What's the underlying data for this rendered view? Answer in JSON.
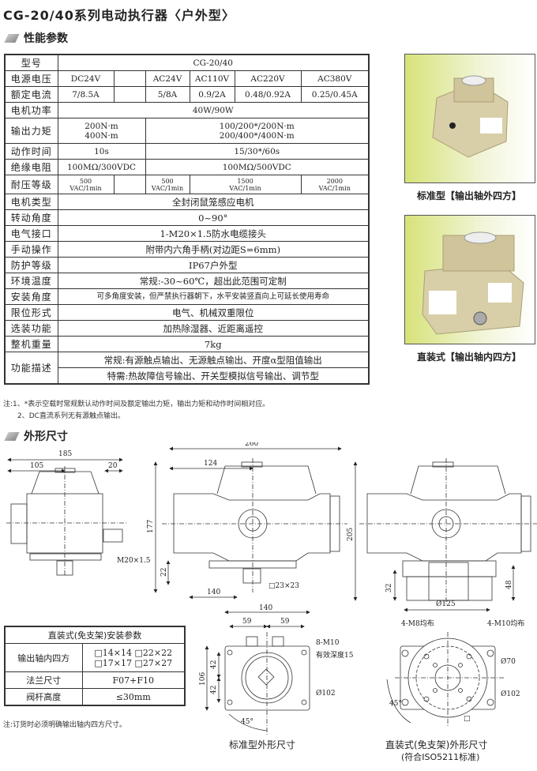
{
  "title": "CG-20/40系列电动执行器〈户外型〉",
  "sections": {
    "performance": "性能参数",
    "dimensions": "外形尺寸"
  },
  "spec": {
    "model_label": "型号",
    "model": "CG-20/40",
    "voltage_label": "电源电压",
    "voltages": [
      "DC24V",
      "",
      "AC24V",
      "AC110V",
      "AC220V",
      "AC380V"
    ],
    "current_label": "额定电流",
    "currents": [
      "7/8.5A",
      "",
      "5/8A",
      "0.9/2A",
      "0.48/0.92A",
      "0.25/0.45A"
    ],
    "power_label": "电机功率",
    "power": "40W/90W",
    "torque_label": "输出力矩",
    "torque_dc": [
      "200N·m",
      "400N·m"
    ],
    "torque_ac": [
      "100/200*/200N·m",
      "200/400*/400N·m"
    ],
    "time_label": "动作时间",
    "time_dc": "10s",
    "time_ac": "15/30*/60s",
    "insulation_label": "绝缘电阻",
    "insulation_dc": "100MΩ/300VDC",
    "insulation_ac": "100MΩ/500VDC",
    "withstand_label": "耐压等级",
    "withstand": [
      [
        "500",
        "VAC/1min"
      ],
      [
        "500",
        "VAC/1min"
      ],
      [
        "1500",
        "VAC/1min"
      ],
      [
        "2000",
        "VAC/1min"
      ]
    ],
    "rows": [
      {
        "label": "电机类型",
        "value": "全封闭鼠笼感应电机"
      },
      {
        "label": "转动角度",
        "value": "0~90°"
      },
      {
        "label": "电气接口",
        "value": "1-M20×1.5防水电缆接头"
      },
      {
        "label": "手动操作",
        "value": "附带内六角手柄(对边距S=6mm)"
      },
      {
        "label": "防护等级",
        "value": "IP67户外型"
      },
      {
        "label": "环境温度",
        "value": "常规:-30~60℃，超出此范围可定制"
      },
      {
        "label": "安装角度",
        "value": "可多角度安装，但严禁执行器朝下，水平安装竖直向上可延长使用寿命"
      },
      {
        "label": "限位形式",
        "value": "电气、机械双重限位"
      },
      {
        "label": "选装功能",
        "value": "加热除湿器、近距离遥控"
      },
      {
        "label": "整机重量",
        "value": "7kg"
      }
    ],
    "function_label": "功能描述",
    "function_std": "常规:有源触点输出、无源触点输出、开度α型阻值输出",
    "function_special": "特需:热故障信号输出、开关型模拟信号输出、调节型"
  },
  "notes": [
    "注:1、*表示空载时常规默认动作时间及额定输出力矩，输出力矩和动作时间相对应。",
    "2、DC直流系列无有源触点输出。"
  ],
  "photos": [
    {
      "caption": "标准型【输出轴外四方】"
    },
    {
      "caption": "直装式【输出轴内四方】"
    }
  ],
  "mount": {
    "title": "直装式(免支架)安装参数",
    "shaft_label": "输出轴内四方",
    "shaft": [
      "□14×14 □22×22",
      "□17×17 □27×27"
    ],
    "flange_label": "法兰尺寸",
    "flange": "F07+F10",
    "stem_label": "阀杆高度",
    "stem": "≤30mm",
    "note": "注:订货时必须明确输出轴内四方尺寸。"
  },
  "drawings": {
    "side": {
      "d185": "185",
      "d105": "105",
      "d20": "20",
      "cable": "M20×1.5"
    },
    "front": {
      "d260": "260",
      "d124": "124",
      "d177": "177",
      "d22": "22",
      "sq": "□23×23",
      "d140": "140"
    },
    "front2": {
      "d205": "205",
      "d32": "32",
      "d48": "48",
      "d125": "Ø125"
    },
    "bottom_std": {
      "d140": "140",
      "d59a": "59",
      "d59b": "59",
      "d106": "106",
      "d42a": "42",
      "d42b": "42",
      "holes": "8-M10",
      "depth": "有效深度15",
      "d102": "Ø102",
      "ang": "45°",
      "caption": "标准型外形尺寸"
    },
    "bottom_direct": {
      "m8": "4-M8均布",
      "m10": "4-M10均布",
      "d70": "Ø70",
      "d102": "Ø102",
      "ang": "45°",
      "sq": "□",
      "caption": "直装式(免支架)外形尺寸",
      "caption2": "(符合ISO5211标准)"
    }
  }
}
